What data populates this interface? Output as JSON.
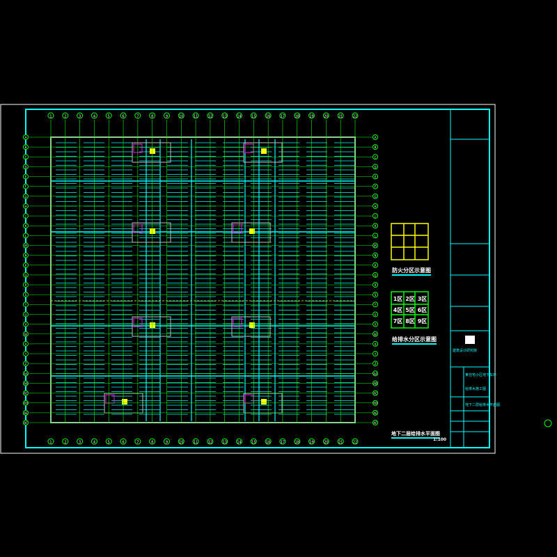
{
  "drawing": {
    "title": "地下二层给排水平面图",
    "scale": "1:100",
    "fire_legend_title": "防火分区示意图",
    "zone_legend_title": "给排水分区示意图",
    "zones": [
      "1区",
      "2区",
      "3区",
      "4区",
      "5区",
      "6区",
      "7区",
      "8区",
      "9区"
    ],
    "top_axes": [
      "1",
      "2",
      "3",
      "4",
      "5",
      "6",
      "7",
      "8",
      "9",
      "10",
      "11",
      "12",
      "13",
      "14",
      "15",
      "16",
      "17",
      "18",
      "19",
      "20",
      "21",
      "22"
    ],
    "left_axes": [
      "A",
      "B",
      "C",
      "D",
      "E",
      "F",
      "G",
      "H",
      "J",
      "K",
      "L",
      "M",
      "N",
      "P",
      "Q",
      "R",
      "S",
      "T",
      "U",
      "V",
      "W",
      "X",
      "Y",
      "Z",
      "AA",
      "AB",
      "AC",
      "AD",
      "AE",
      "AF"
    ]
  },
  "title_block": {
    "company": "建筑设计研究院",
    "project": "某住宅小区地下车库",
    "sheet": "给排水施工图",
    "drawing_name": "地下二层给排水平面图"
  },
  "colors": {
    "frame": "#00ffff",
    "grid": "#00ff00",
    "wall": "#c0c0c0",
    "accent": "#ffff00",
    "magenta": "#ff00ff"
  }
}
